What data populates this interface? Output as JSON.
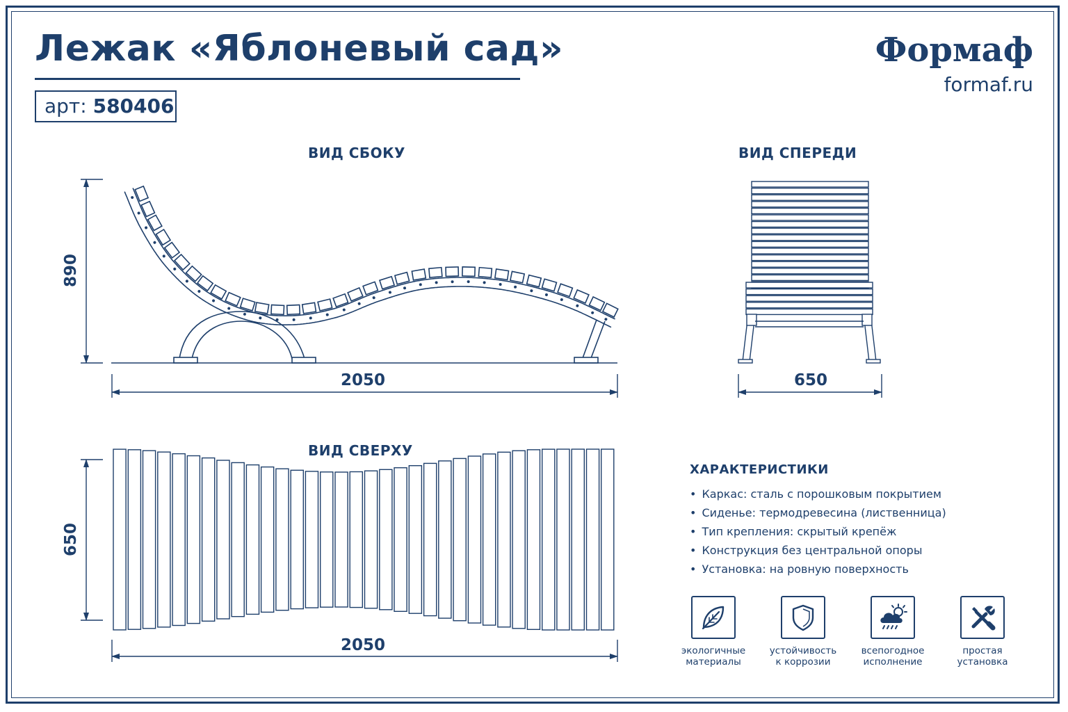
{
  "header": {
    "title": "Лежак «Яблоневый сад»",
    "article_prefix": "арт:",
    "article_number": "580406",
    "brand": "Формаф",
    "site": "formaf.ru"
  },
  "views": {
    "side": {
      "label": "ВИД СБОКУ",
      "width": "2050",
      "height": "890"
    },
    "front": {
      "label": "ВИД СПЕРЕДИ",
      "width": "650"
    },
    "top": {
      "label": "ВИД СВЕРХУ",
      "width": "2050",
      "height": "650"
    }
  },
  "specs": {
    "title": "ХАРАКТЕРИСТИКИ",
    "items": [
      "Каркас: сталь с порошковым покрытием",
      "Сиденье: термодревесина (лиственница)",
      "Тип крепления: скрытый крепёж",
      "Конструкция без центральной опоры",
      "Установка: на ровную поверхность"
    ]
  },
  "features": [
    {
      "icon": "leaf-icon",
      "line1": "экологичные",
      "line2": "материалы"
    },
    {
      "icon": "shield-icon",
      "line1": "устойчивость",
      "line2": "к коррозии"
    },
    {
      "icon": "weather-icon",
      "line1": "всепогодное",
      "line2": "исполнение"
    },
    {
      "icon": "tools-icon",
      "line1": "простая",
      "line2": "установка"
    }
  ],
  "colors": {
    "primary": "#1e3f6b",
    "background": "#ffffff"
  }
}
